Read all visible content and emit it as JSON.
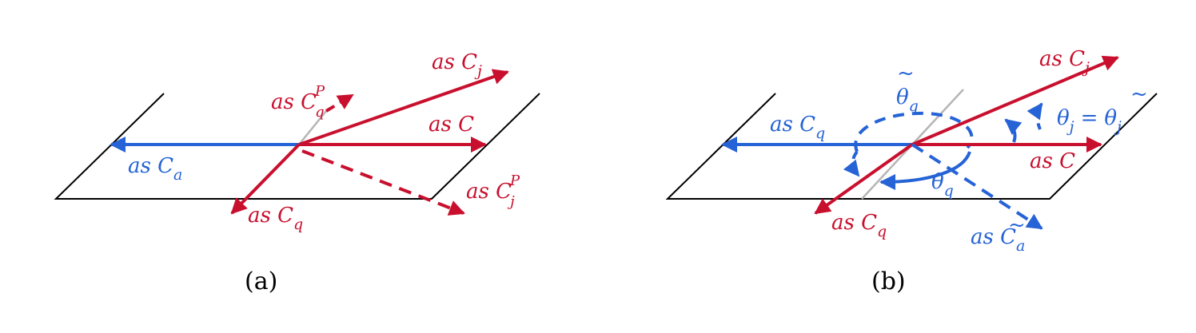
{
  "colors": {
    "red": "#c8102e",
    "blue": "#2563d6",
    "gray": "#b0b0b0",
    "black": "#000000"
  },
  "panel_a": {
    "caption": "(a)",
    "labels": {
      "cj": {
        "base": "as C",
        "sub": "j"
      },
      "cqp": {
        "base": "as C",
        "sub": "q",
        "sup": "P"
      },
      "c": {
        "base": "as C"
      },
      "ca": {
        "base": "as C",
        "sub": "a"
      },
      "cjp": {
        "base": "as C",
        "sub": "j",
        "sup": "P"
      },
      "cq": {
        "base": "as C",
        "sub": "q"
      }
    }
  },
  "panel_b": {
    "caption": "(b)",
    "labels": {
      "cj": {
        "base": "as C",
        "sub": "j"
      },
      "theta_q_tilde": {
        "base": "θ",
        "sub": "q",
        "accent": "~"
      },
      "cq_blue": {
        "base": "as C",
        "sub": "q"
      },
      "theta_eq": {
        "lhs": "θ",
        "lhs_sub": "j",
        "eq": "=",
        "rhs": "θ",
        "rhs_sub": "j",
        "accent": "~"
      },
      "c": {
        "base": "as C"
      },
      "theta_q": {
        "base": "θ",
        "sub": "q"
      },
      "cq_red": {
        "base": "as C",
        "sub": "q"
      },
      "ca_tilde": {
        "base": "as C",
        "sub": "a",
        "accent": "~"
      }
    }
  }
}
